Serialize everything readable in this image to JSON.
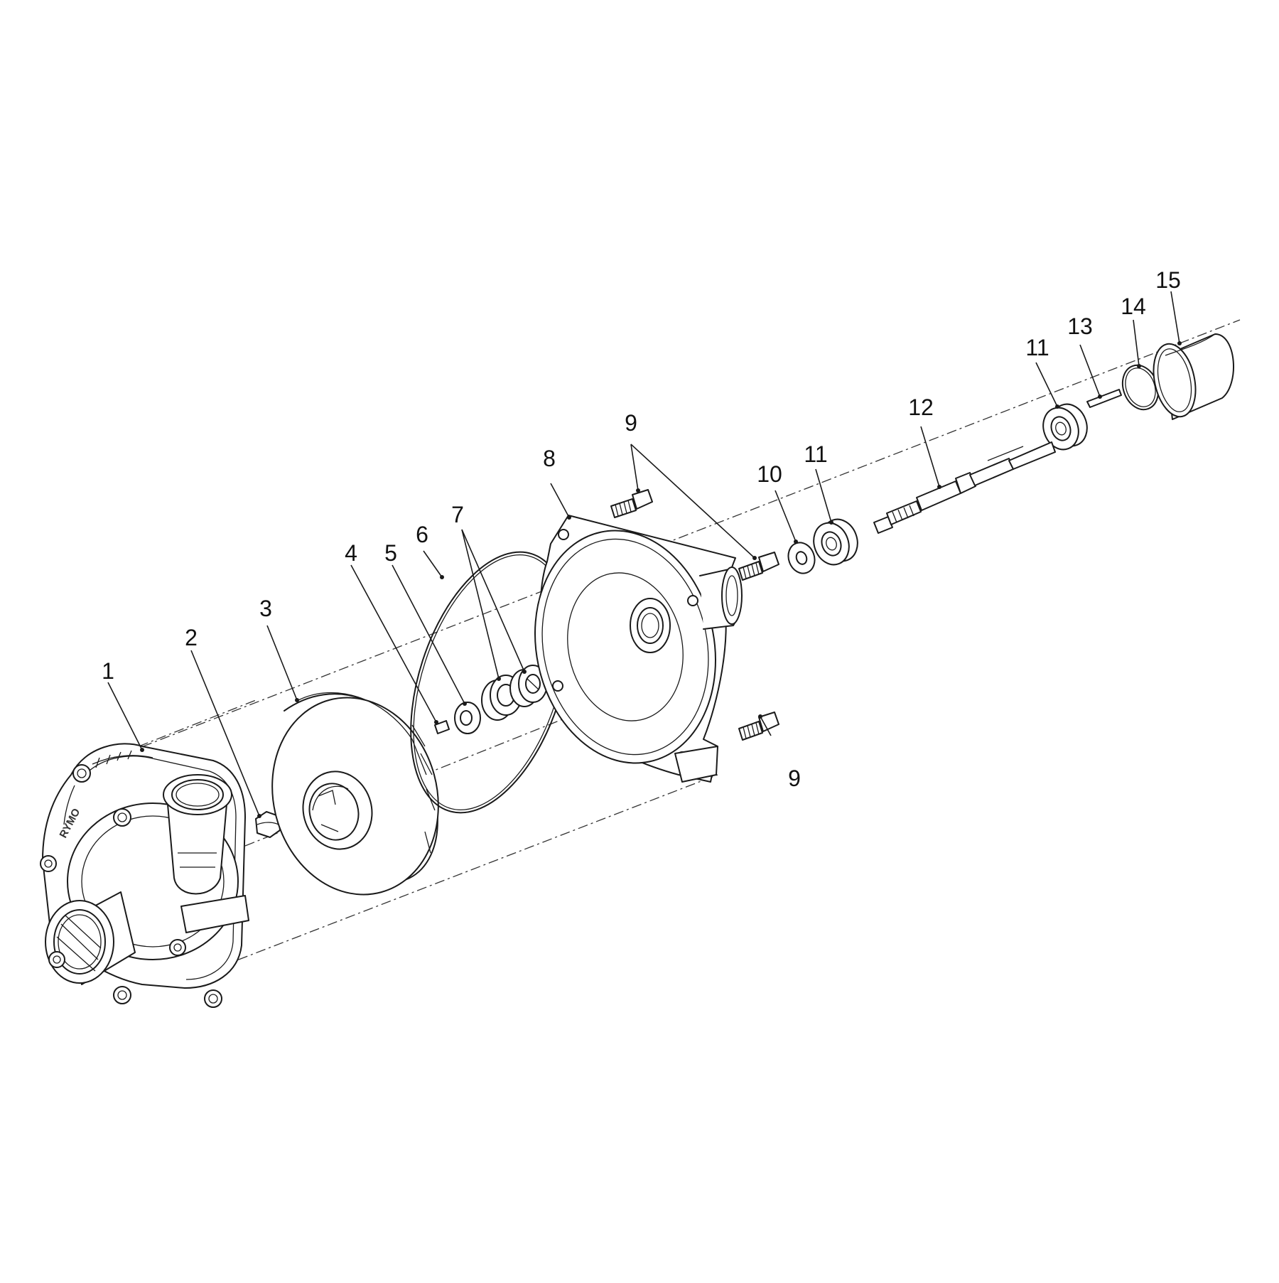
{
  "diagram": {
    "labels": [
      "1",
      "2",
      "3",
      "4",
      "5",
      "6",
      "7",
      "8",
      "9",
      "9",
      "10",
      "11",
      "11",
      "12",
      "13",
      "14",
      "15"
    ],
    "casing_mark": "RYMO"
  }
}
